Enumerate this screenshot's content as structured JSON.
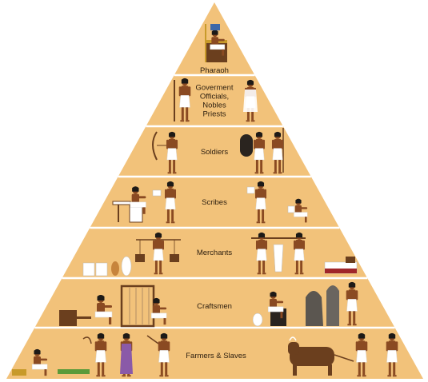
{
  "pyramid": {
    "colors": {
      "fill": "#f2c27a",
      "divider": "#ffffff",
      "skin": "#8a4a22",
      "linen": "#ffffff",
      "hair": "#1d1a17",
      "gold": "#c89a2a",
      "blue": "#3d67a8",
      "wood": "#6b3f1e",
      "stone": "#5b5650"
    },
    "tiers": [
      {
        "lines": [
          "Pharaoh"
        ]
      },
      {
        "lines": [
          "Goverment",
          "Officials,",
          "Nobles",
          "Priests"
        ]
      },
      {
        "lines": [
          "Soldiers"
        ]
      },
      {
        "lines": [
          "Scribes"
        ]
      },
      {
        "lines": [
          "Merchants"
        ]
      },
      {
        "lines": [
          "Craftsmen"
        ]
      },
      {
        "lines": [
          "Farmers & Slaves"
        ]
      }
    ],
    "figures": {
      "tier_0": [
        "pharaoh-on-throne"
      ],
      "tier_1": [
        "official-with-staff",
        "priest"
      ],
      "tier_2": [
        "archer",
        "soldier-with-shield",
        "soldier-with-spear"
      ],
      "tier_3": [
        "seated-scribe",
        "scribe-reading",
        "scribe-with-papyrus",
        "kneeling-scribe"
      ],
      "tier_4": [
        "jars",
        "merchant-with-scale",
        "porter-with-pole",
        "cloth-bundles"
      ],
      "tier_5": [
        "potter",
        "weaver-at-loom",
        "sculptor",
        "stone-statues"
      ],
      "tier_6": [
        "farmer-kneeling",
        "reaper",
        "woman-in-purple-dress",
        "farmer-with-tool",
        "oxen-plowing",
        "plowman",
        "woman-standing"
      ]
    }
  }
}
